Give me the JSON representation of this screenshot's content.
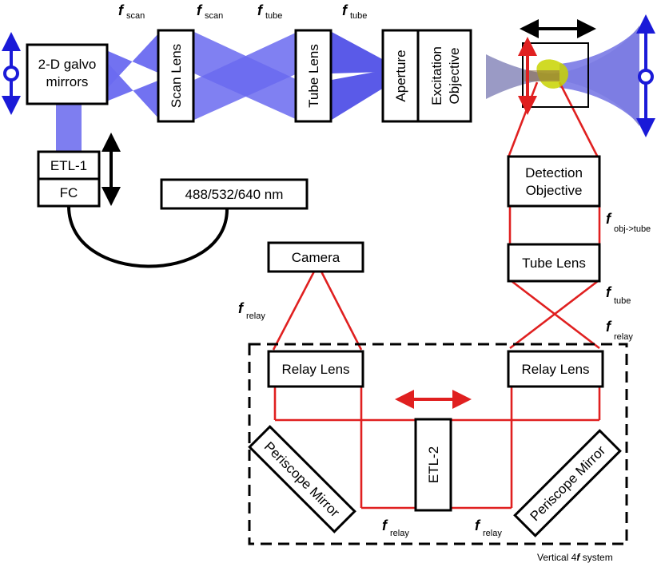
{
  "colors": {
    "beam_blue": "#6666ee",
    "detection_red": "#e02020",
    "arrow_blue": "#1a1ad8",
    "arrow_black": "#000000",
    "sample_yellow": "#c8d400"
  },
  "components": {
    "galvo": "2-D galvo mirrors",
    "scan_lens": "Scan Lens",
    "tube_lens_exc": "Tube Lens",
    "aperture": "Aperture",
    "excitation_objective": "Excitation Objective",
    "etl1": "ETL-1",
    "fc": "FC",
    "laser": "488/532/640 nm",
    "detection_objective": "Detection Objective",
    "tube_lens_det": "Tube Lens",
    "camera": "Camera",
    "relay_lens_left": "Relay Lens",
    "relay_lens_right": "Relay Lens",
    "periscope_left": "Periscope Mirror",
    "periscope_right": "Periscope Mirror",
    "etl2": "ETL-2"
  },
  "focal_labels": {
    "f_symbol": "f",
    "scan1": "scan",
    "scan2": "scan",
    "tube1": "tube",
    "tube2": "tube",
    "obj_tube": "obj->tube",
    "tube_det": "tube",
    "relay_right": "relay",
    "relay_left": "relay",
    "relay_bottom_left": "relay",
    "relay_bottom_right": "relay"
  },
  "caption": {
    "prefix": "Vertical 4",
    "f": "f",
    "suffix": " system"
  }
}
